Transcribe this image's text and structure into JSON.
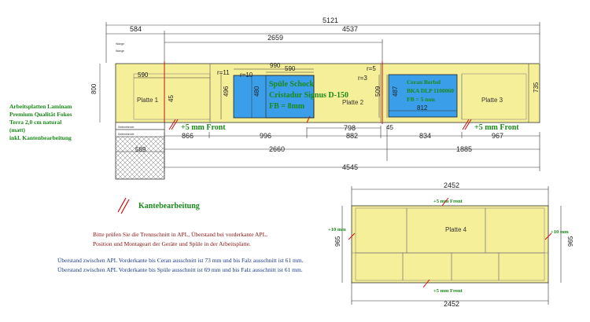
{
  "top_dims": {
    "d5121": "5121",
    "d584": "584",
    "d4537": "4537",
    "d2659": "2659"
  },
  "sink_dims": {
    "d990": "990",
    "d590": "590",
    "r10": "r=10",
    "r3": "r=3",
    "r5": "r=5",
    "r11": "r=11"
  },
  "side_dims": {
    "d800": "800",
    "d735": "735",
    "d496": "496",
    "d480": "480",
    "d509": "509",
    "d487": "487",
    "d45": "45"
  },
  "inner_dims": {
    "d590b": "590",
    "d812": "812",
    "d589": "589",
    "d45b": "45"
  },
  "bottom_dims": {
    "d866": "866",
    "d996": "996",
    "d798": "798",
    "d882": "882",
    "d834": "834",
    "d967": "967",
    "d2660": "2660",
    "d1885": "1885",
    "d4545": "4545"
  },
  "plates": {
    "p1": "Platte 1",
    "p2": "Platte 2",
    "p3": "Platte 3",
    "p4": "Platte 4"
  },
  "sink": {
    "l1": "Spüle Schock",
    "l2": "Cristadur Signus D-150",
    "l3": "FB =  8mm"
  },
  "cooktop": {
    "l1": "Ceran Berbel",
    "l2": "BKA DLP 1100060",
    "l3": "FB = 5 mm"
  },
  "front": {
    "left": "+5 mm Front",
    "right": "+5 mm Front"
  },
  "material": {
    "l1": "Arbeitsplatten Laminam",
    "l2": "Premium Qualität Fokos",
    "l3": "Terra 2,0 cm natural",
    "l4": "(matt)",
    "l5": "inkl. Kantenbearbeitung"
  },
  "legend": {
    "kante": "Kantebearbeitung"
  },
  "note_red": {
    "l1": "Bitte prüfen Sie die Trennschnitt in APL, Überstand bei vorderkante APL,",
    "l2": "Position und Montageart der Geräte und Spüle in der Arbeitsplatte."
  },
  "note_blue": {
    "l1": "Überstand zwischen APL Vorderkante bis Ceran ausschnitt ist 73 mm und bis Falz ausschnitt ist 61 mm.",
    "l2": "Überstand zwischen APL Vorderkante bis Spüle ausschnitt ist 69 mm und bis Falz ausschnitt ist 61 mm."
  },
  "plate4": {
    "top": "2452",
    "bottom": "2452",
    "front_top": "+5 mm Front",
    "front_bottom": "+5 mm Front",
    "left10": "+10 mm",
    "right10": "+10 mm",
    "left965": "965",
    "right965": "965"
  },
  "small": {
    "t1": "Wange",
    "t2": "Wange",
    "t3": "Seitenblende",
    "t4": "Seitenblende"
  },
  "colors": {
    "plate": "#f6ef9a",
    "cutout": "#3a9ee8",
    "green": "#1a8a1a",
    "red": "#cc1010"
  }
}
